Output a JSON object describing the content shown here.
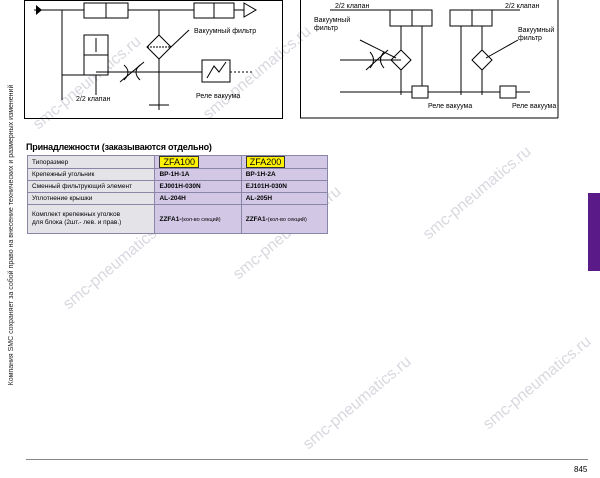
{
  "side_note": "Компания SMC сохраняет за собой право на внесение технических и размерных изменений",
  "diagram_left": {
    "valve_label": "2/2 клапан",
    "filter_label": "Вакуумный фильтр",
    "relay_label": "Реле вакуума"
  },
  "diagram_right": {
    "valve_label_1": "2/2 клапан",
    "valve_label_2": "2/2 клапан",
    "filter_label_1": "Вакуумный\nфильтр",
    "filter_label_2": "Вакуумный\nфильтр",
    "relay_label_1": "Реле вакуума",
    "relay_label_2": "Реле вакуума"
  },
  "accessories": {
    "title": "Принадлежности (заказываются отдельно)",
    "rows": [
      {
        "label": "Типоразмер",
        "a": "ZFA100",
        "b": "ZFA200"
      },
      {
        "label": "Крепежный угольник",
        "a": "BP-1H-1A",
        "b": "BP-1H-2A"
      },
      {
        "label": "Сменный фильтрующий элемент",
        "a": "EJ001H-030N",
        "b": "EJ101H-030N"
      },
      {
        "label": "Уплотнение крышки",
        "a": "AL-204H",
        "b": "AL-205H"
      },
      {
        "label": "Комплект крепежных уголков\nдля блока (2шт.- лев. и прав.)",
        "a": "ZZFA1-",
        "a_note": "(кол-во секций)",
        "b": "ZZFA1-",
        "b_note": "(кол-во секций)"
      }
    ]
  },
  "watermark": "smc-pneumatics.ru",
  "page_number": "845",
  "colors": {
    "tab": "#5a1a87",
    "cell": "#d2c8e6",
    "highlight": "#fff200"
  }
}
